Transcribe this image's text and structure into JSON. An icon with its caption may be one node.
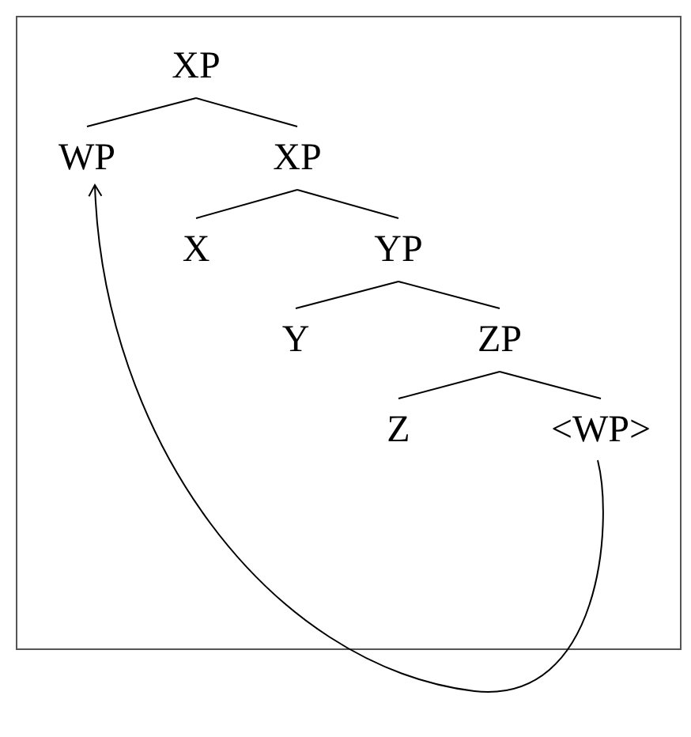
{
  "diagram": {
    "nodes": [
      {
        "text": [
          "XP"
        ]
      },
      {
        "text": [
          "WP"
        ]
      },
      {
        "text": [
          "XP"
        ]
      },
      {
        "text": [
          "X"
        ]
      },
      {
        "text": [
          "YP"
        ]
      },
      {
        "text": [
          "Y"
        ]
      },
      {
        "text": [
          "ZP"
        ]
      },
      {
        "text": [
          "Z"
        ]
      },
      {
        "text": [
          "<WP>"
        ]
      }
    ],
    "edges": [
      {
        "from": 0,
        "to": 1,
        "arrow": "none"
      },
      {
        "from": 0,
        "to": 2,
        "arrow": "none"
      },
      {
        "from": 2,
        "to": 3,
        "arrow": "none"
      },
      {
        "from": 2,
        "to": 4,
        "arrow": "none"
      },
      {
        "from": 4,
        "to": 5,
        "arrow": "none"
      },
      {
        "from": 4,
        "to": 6,
        "arrow": "none"
      },
      {
        "from": 6,
        "to": 7,
        "arrow": "none"
      },
      {
        "from": 6,
        "to": 8,
        "arrow": "none"
      },
      {
        "from": 8,
        "to": 1,
        "arrow": "to"
      }
    ]
  }
}
